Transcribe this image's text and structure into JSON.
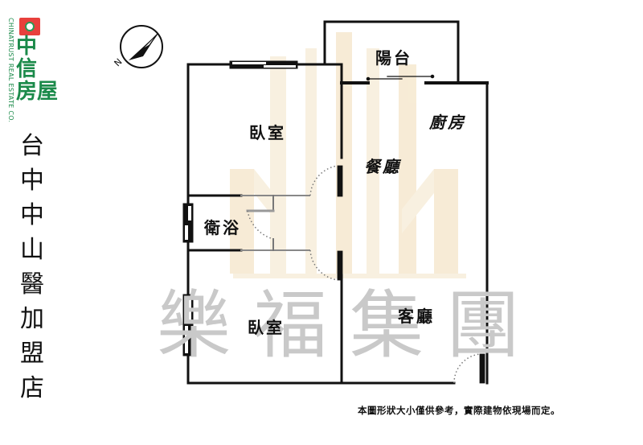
{
  "brand": {
    "name_cn": "中信房屋",
    "name_en": "CHINATRUST REAL ESTATE CO.",
    "colors": {
      "green": "#1b8a4a",
      "red": "#e8403c"
    }
  },
  "store": {
    "name_chars": [
      "台",
      "中",
      "中",
      "山",
      "醫",
      "加",
      "盟",
      "店"
    ]
  },
  "compass": {
    "label": "N",
    "icon": "compass-icon"
  },
  "floorplan": {
    "rooms": {
      "balcony": "陽台",
      "kitchen": "廚房",
      "dining": "餐廳",
      "bedroom_top": "臥室",
      "bathroom": "衛浴",
      "bedroom_bottom": "臥室",
      "living": "客廳"
    },
    "wall_color": "#111111",
    "watermark_bg_color": "#f3e3c6"
  },
  "watermark": {
    "text": "樂福集團",
    "color": "#c9c9c9"
  },
  "disclaimer": "本圖形狀大小僅供參考，實際建物依現場而定。"
}
